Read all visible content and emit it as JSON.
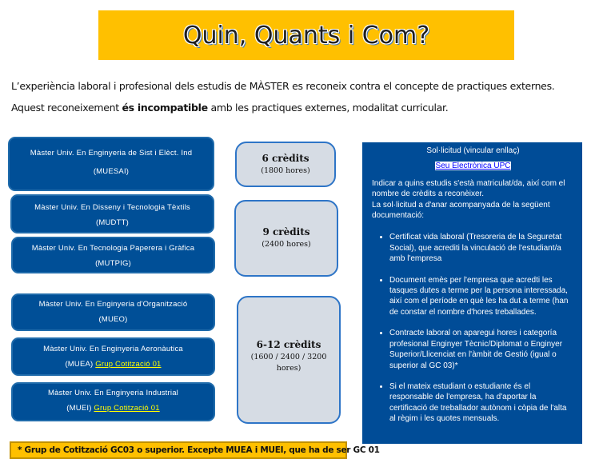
{
  "title": "Quin, Quants i Com?",
  "intro": {
    "line1": "L’experiència laboral i profesional dels estudis de MÀSTER es reconeix contra el concepte de practiques externes.",
    "line2_pre": "Aquest reconeixement ",
    "line2_bold": "és incompatible",
    "line2_post": " amb les practiques externes, modalitat curricular."
  },
  "masters": [
    {
      "name": "Màster Univ. En Enginyeria de Sist i Elèct. Ind",
      "code": "(MUESAI)"
    },
    {
      "name": "Màster Univ. En Disseny i Tecnologia Tèxtils",
      "code": "(MUDTT)"
    },
    {
      "name": "Màster Univ. En Tecnologia Paperera i Gràfica",
      "code": "(MUTPIG)"
    },
    {
      "name": "Màster Univ. En Enginyeria d'Organització",
      "code": "(MUEO)"
    },
    {
      "name": "Màster Univ. En Enginyeria Aeronàutica",
      "code": "(MUEA)",
      "link": "Grup Cotització 01"
    },
    {
      "name": "Màster Univ. En Enginyeria Industrial",
      "code": "(MUEI)",
      "link": "Grup Cotització 01"
    }
  ],
  "credits": [
    {
      "title": "6 crèdits",
      "hours": "(1800 hores)"
    },
    {
      "title": "9 crèdits",
      "hours": "(2400 hores)"
    },
    {
      "title": "6-12 crèdits",
      "hours": "(1600 / 2400 / 3200 hores)"
    }
  ],
  "panel": {
    "heading": "Sol·licitud  (vincular enllaç)",
    "link": "Seu Electrònica UPC",
    "intro": "Indicar a quins estudis s'està matriculat/da, així com el nombre de crèdits a reconèixer.",
    "intro2": "La sol·licitud a d'anar acompanyada de la següent documentació:",
    "items": [
      "Certificat vida laboral (Tresoreria de la Seguretat Social), que acrediti la vinculació de l'estudiant/a amb l'empresa",
      "Document emès per l'empresa que acredti les tasques dutes a terme per la persona interessada, així com el període en què les ha dut a terme (han de constar el nombre d'hores treballades.",
      "Contracte laboral on aparegui hores i categoría profesional Enginyer Tècnic/Diplomat o Enginyer Superior/Llicenciat en l'àmbit de Gestió (igual o superior al GC 03)*",
      "Si el mateix estudiant o estudiante és el responsable de l'empresa, ha d'aportar la certificació de treballador autònom i còpia de l'alta al règim i les quotes mensuals."
    ]
  },
  "footnote": "* Grup de Cotització GC03 o superior. Excepte MUEA i MUEI, que ha de ser GC 01",
  "colors": {
    "banner": "#FFC000",
    "box": "#004F97",
    "credit": "#D6DCE4"
  }
}
